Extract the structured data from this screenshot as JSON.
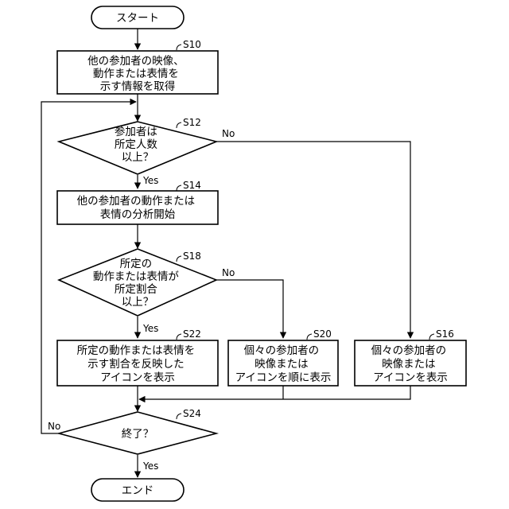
{
  "nodes": {
    "start": {
      "lines": [
        "スタート"
      ]
    },
    "s10": {
      "step": "S10",
      "lines": [
        "他の参加者の映像、",
        "動作または表情を",
        "示す情報を取得"
      ]
    },
    "s12": {
      "step": "S12",
      "lines": [
        "参加者は",
        "所定人数",
        "以上？"
      ]
    },
    "s14": {
      "step": "S14",
      "lines": [
        "他の参加者の動作または",
        "表情の分析開始"
      ]
    },
    "s18": {
      "step": "S18",
      "lines": [
        "所定の",
        "動作または表情が",
        "所定割合",
        "以上？"
      ]
    },
    "s22": {
      "step": "S22",
      "lines": [
        "所定の動作または表情を",
        "示す割合を反映した",
        "アイコンを表示"
      ]
    },
    "s20": {
      "step": "S20",
      "lines": [
        "個々の参加者の",
        "映像または",
        "アイコンを順に表示"
      ]
    },
    "s16": {
      "step": "S16",
      "lines": [
        "個々の参加者の",
        "映像または",
        "アイコンを表示"
      ]
    },
    "s24": {
      "step": "S24",
      "lines": [
        "終了？"
      ]
    },
    "end": {
      "lines": [
        "エンド"
      ]
    }
  },
  "branches": {
    "s12_yes": "Yes",
    "s12_no": "No",
    "s18_yes": "Yes",
    "s18_no": "No",
    "s24_yes": "Yes",
    "s24_no": "No"
  }
}
